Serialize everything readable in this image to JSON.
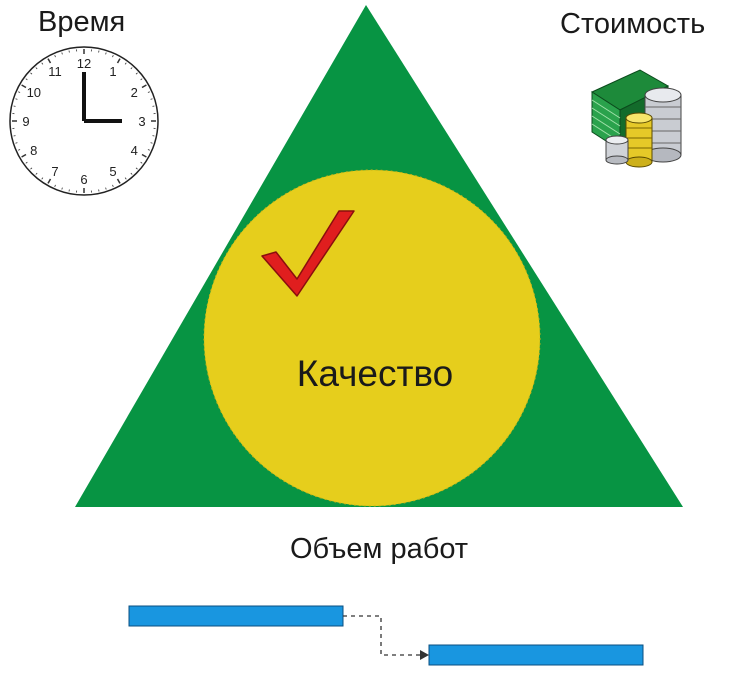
{
  "labels": {
    "time": "Время",
    "cost": "Стоимость",
    "quality": "Качество",
    "scope": "Объем работ"
  },
  "clock": {
    "numbers": [
      "12",
      "1",
      "2",
      "3",
      "4",
      "5",
      "6",
      "7",
      "8",
      "9",
      "10",
      "11"
    ],
    "time_shown": "3:00"
  },
  "colors": {
    "triangle": "#079443",
    "circle": "#e6ce1c",
    "checkmark": "#e01e1e",
    "gantt_bar": "#1996e0",
    "text": "#1a1a1a"
  },
  "icons": {
    "clock": "clock-icon",
    "money": "money-stack-icon",
    "check": "checkmark-icon"
  }
}
